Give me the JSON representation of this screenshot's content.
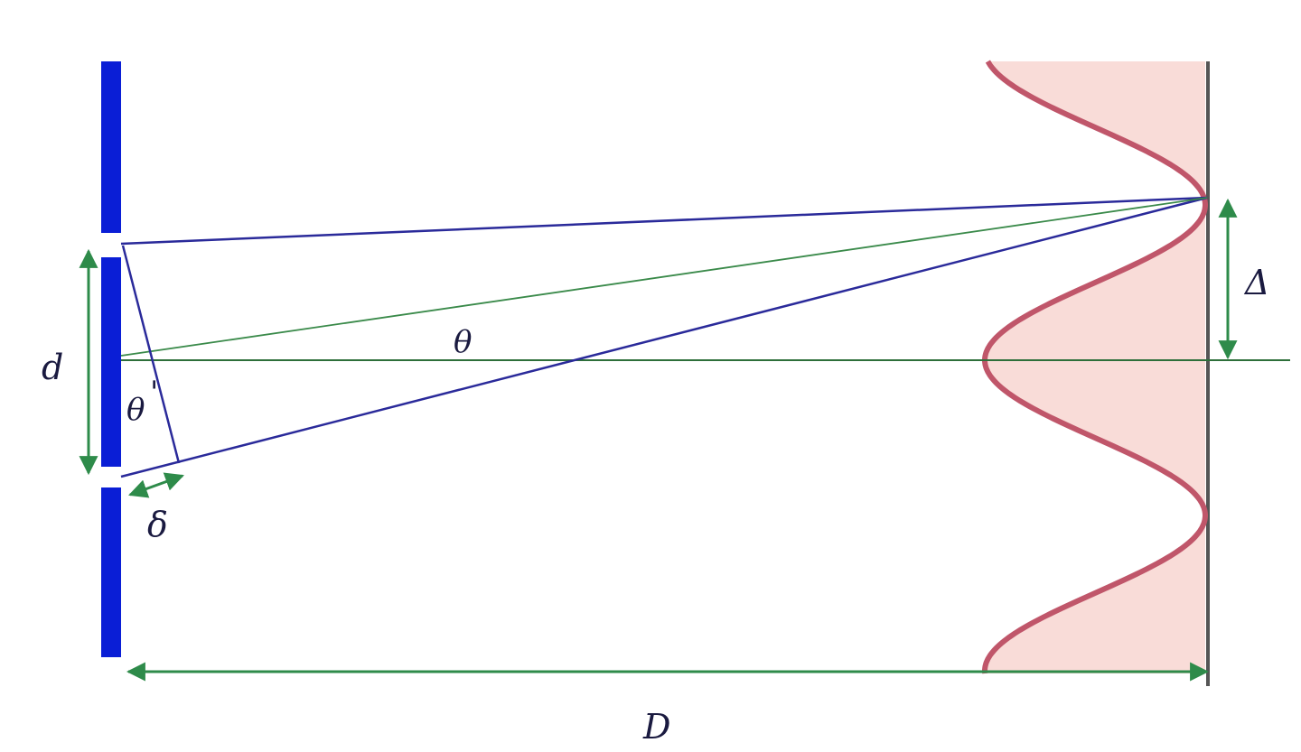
{
  "labels": {
    "slit_separation": "d",
    "path_difference": "δ",
    "angle_at_slits": "θ",
    "angle_on_axis": "θ",
    "fringe_offset": "Δ",
    "screen_distance": "D"
  },
  "colors": {
    "barrier": "#0a1ed6",
    "ray": "#2a2a9a",
    "axis": "#2e6f3a",
    "dimension_arrow": "#2e8b4a",
    "fringe_curve": "#c0566a",
    "fringe_fill": "#f9dcd8",
    "screen": "#555555"
  },
  "symbols": {
    "prime_mark": "'"
  }
}
